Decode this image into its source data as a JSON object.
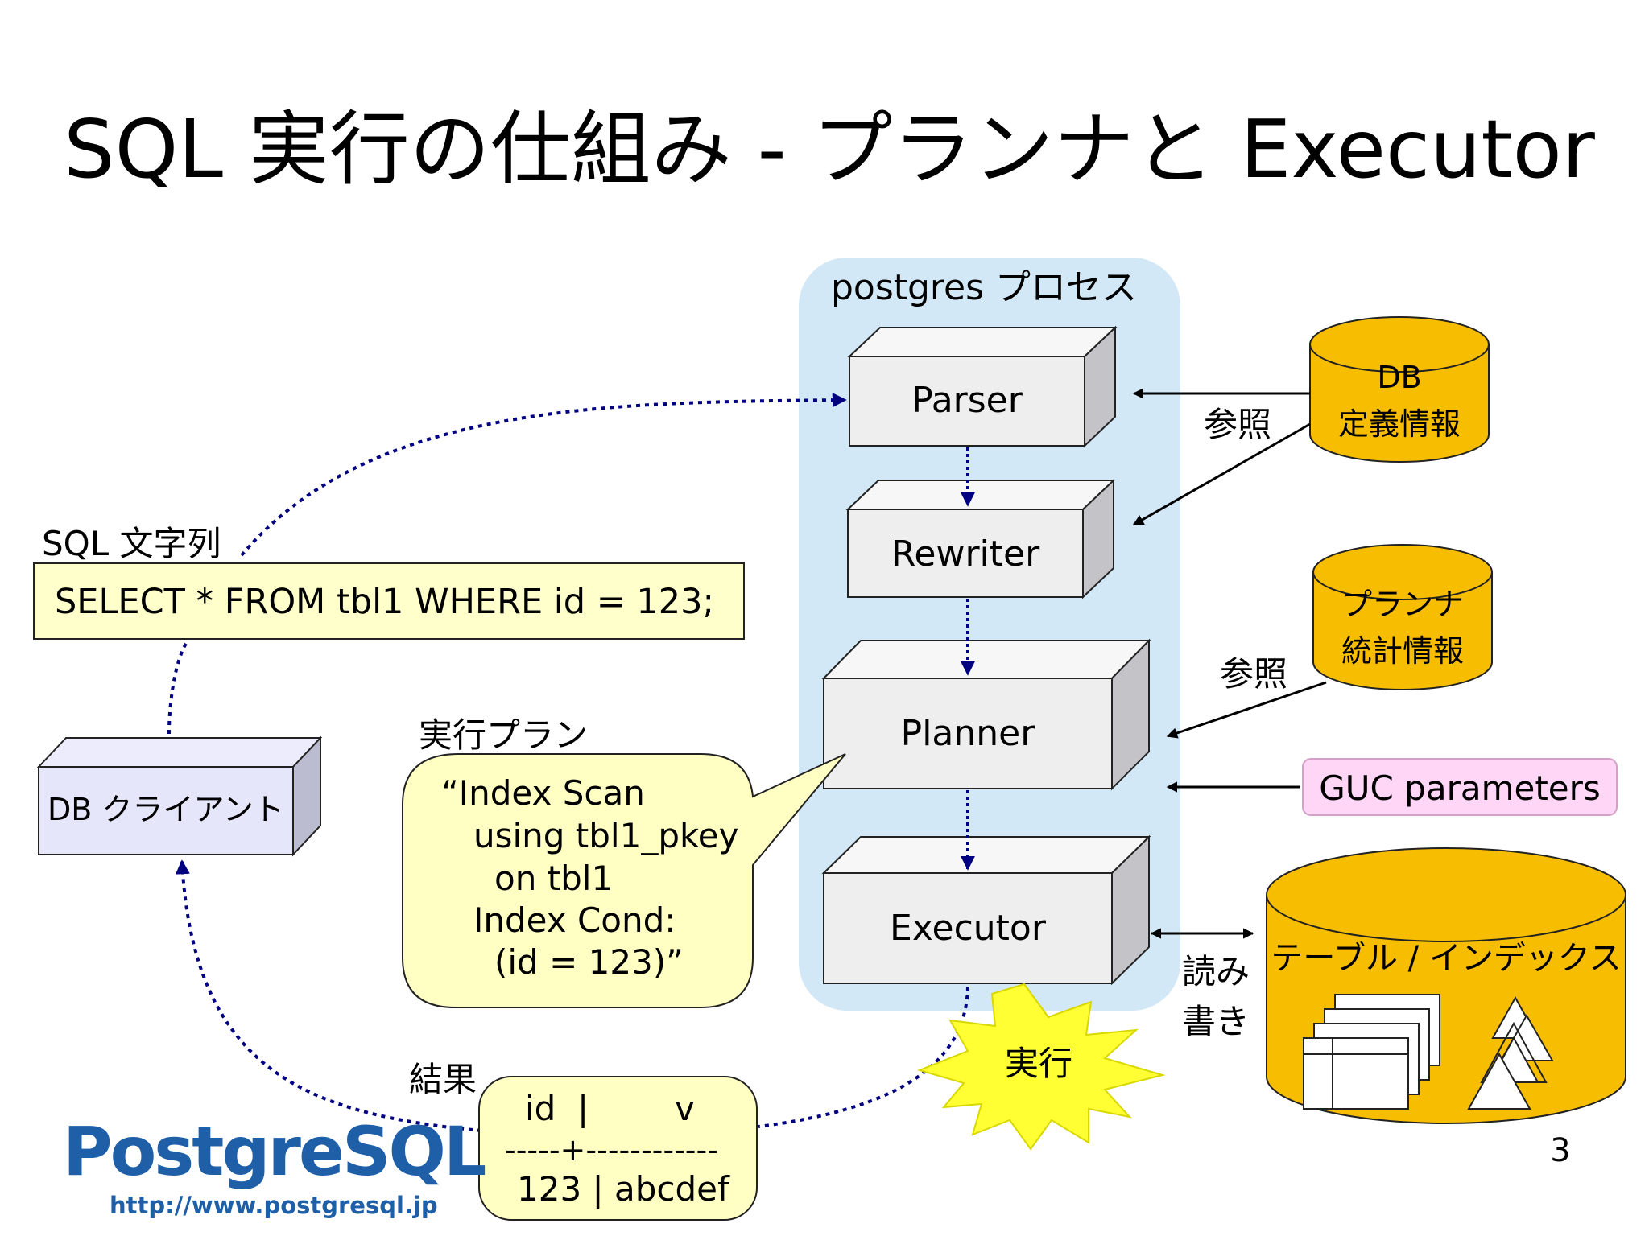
{
  "slide": {
    "title": "SQL 実行の仕組み - プランナと Executor",
    "page_number": "3"
  },
  "process": {
    "label": "postgres プロセス",
    "stages": [
      "Parser",
      "Rewriter",
      "Planner",
      "Executor"
    ]
  },
  "sql": {
    "label": "SQL 文字列",
    "text": "SELECT * FROM tbl1 WHERE id = 123;"
  },
  "client": {
    "label": "DB クライアント"
  },
  "plan": {
    "label": "実行プラン",
    "lines": [
      "“Index Scan",
      "using tbl1_pkey",
      "on tbl1",
      "Index Cond:",
      "(id = 123)”"
    ]
  },
  "result": {
    "label": "結果",
    "lines": [
      "id  |        v",
      "-----+------------",
      "123 | abcdef"
    ]
  },
  "stores": {
    "db_catalog": [
      "DB",
      "定義情報"
    ],
    "planner_stats": [
      "プランナ",
      "統計情報"
    ],
    "table_index": "テーブル / インデックス"
  },
  "guc": {
    "label": "GUC parameters"
  },
  "annotations": {
    "ref1": "参照",
    "ref2": "参照",
    "read": "読み",
    "write": "書き",
    "exec": "実行"
  },
  "logo": {
    "name": "PostgreSQL",
    "url": "http://www.postgresql.jp"
  },
  "colors": {
    "process_bg": "#d2e8f6",
    "box_face": "#eeeeee",
    "box_top": "#f7f7f7",
    "box_side": "#c4c4c8",
    "cylinder": "#f7bd00",
    "sql_box": "#ffffcc",
    "bubble": "#ffffc4",
    "client_box": "#e6e6fa",
    "guc_box": "#ffd6f5",
    "star": "#ffff33",
    "arrow": "#000080",
    "logo": "#1f5fa8"
  }
}
